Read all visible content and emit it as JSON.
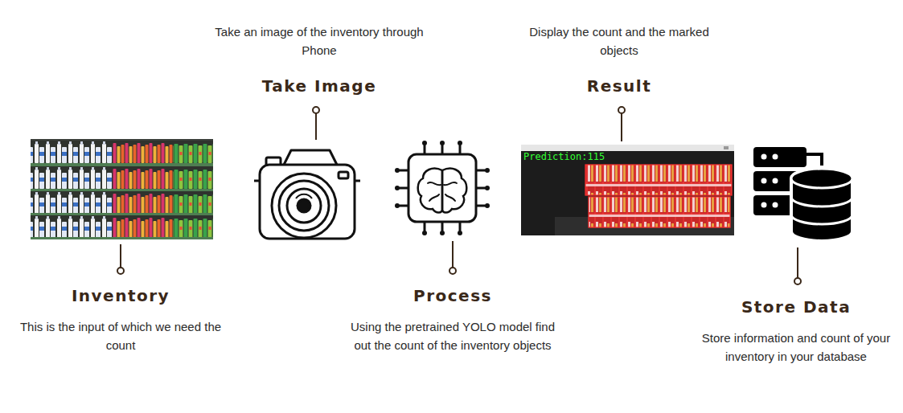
{
  "diagram": {
    "nodes": [
      {
        "text": [
          "Inventory",
          "This is the input of which we need the count"
        ]
      },
      {
        "text": [
          "Take Image",
          "Take an image of the inventory through Phone"
        ]
      },
      {
        "text": [
          "Process",
          "Using the pretrained YOLO model find out the count of the inventory objects"
        ]
      },
      {
        "text": [
          "Result",
          "Display the count and the marked objects"
        ]
      },
      {
        "text": [
          "Store Data",
          "Store information and count of your inventory in your database"
        ]
      }
    ],
    "labels": [
      "Prediction:115"
    ]
  }
}
